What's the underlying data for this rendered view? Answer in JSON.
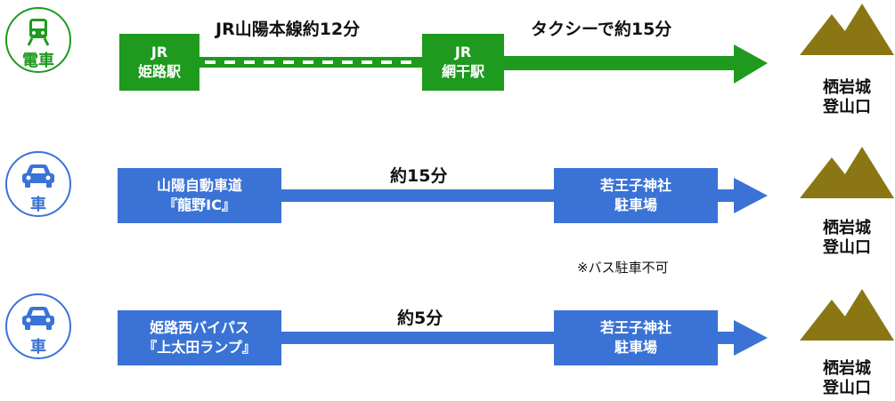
{
  "colors": {
    "green": "#1e9a1e",
    "blue": "#3a73d5",
    "mountain": "#8a7714",
    "text": "#111111"
  },
  "routes": [
    {
      "mode_label": "電車",
      "mode_icon": "train-icon",
      "segment_label": "JR山陽本線約12分",
      "start_station": {
        "line1": "JR",
        "line2": "姫路駅"
      },
      "transfer_station": {
        "line1": "JR",
        "line2": "網干駅"
      },
      "arrow_label": "タクシーで約15分",
      "destination": {
        "line1": "栖岩城",
        "line2": "登山口"
      }
    },
    {
      "mode_label": "車",
      "mode_icon": "car-icon",
      "start": {
        "line1": "山陽自動車道",
        "line2": "『龍野IC』"
      },
      "time_label": "約15分",
      "parking": {
        "line1": "若王子神社",
        "line2": "駐車場"
      },
      "note": "※バス駐車不可",
      "destination": {
        "line1": "栖岩城",
        "line2": "登山口"
      }
    },
    {
      "mode_label": "車",
      "mode_icon": "car-icon",
      "start": {
        "line1": "姫路西バイパス",
        "line2": "『上太田ランプ』"
      },
      "time_label": "約5分",
      "parking": {
        "line1": "若王子神社",
        "line2": "駐車場"
      },
      "destination": {
        "line1": "栖岩城",
        "line2": "登山口"
      }
    }
  ]
}
